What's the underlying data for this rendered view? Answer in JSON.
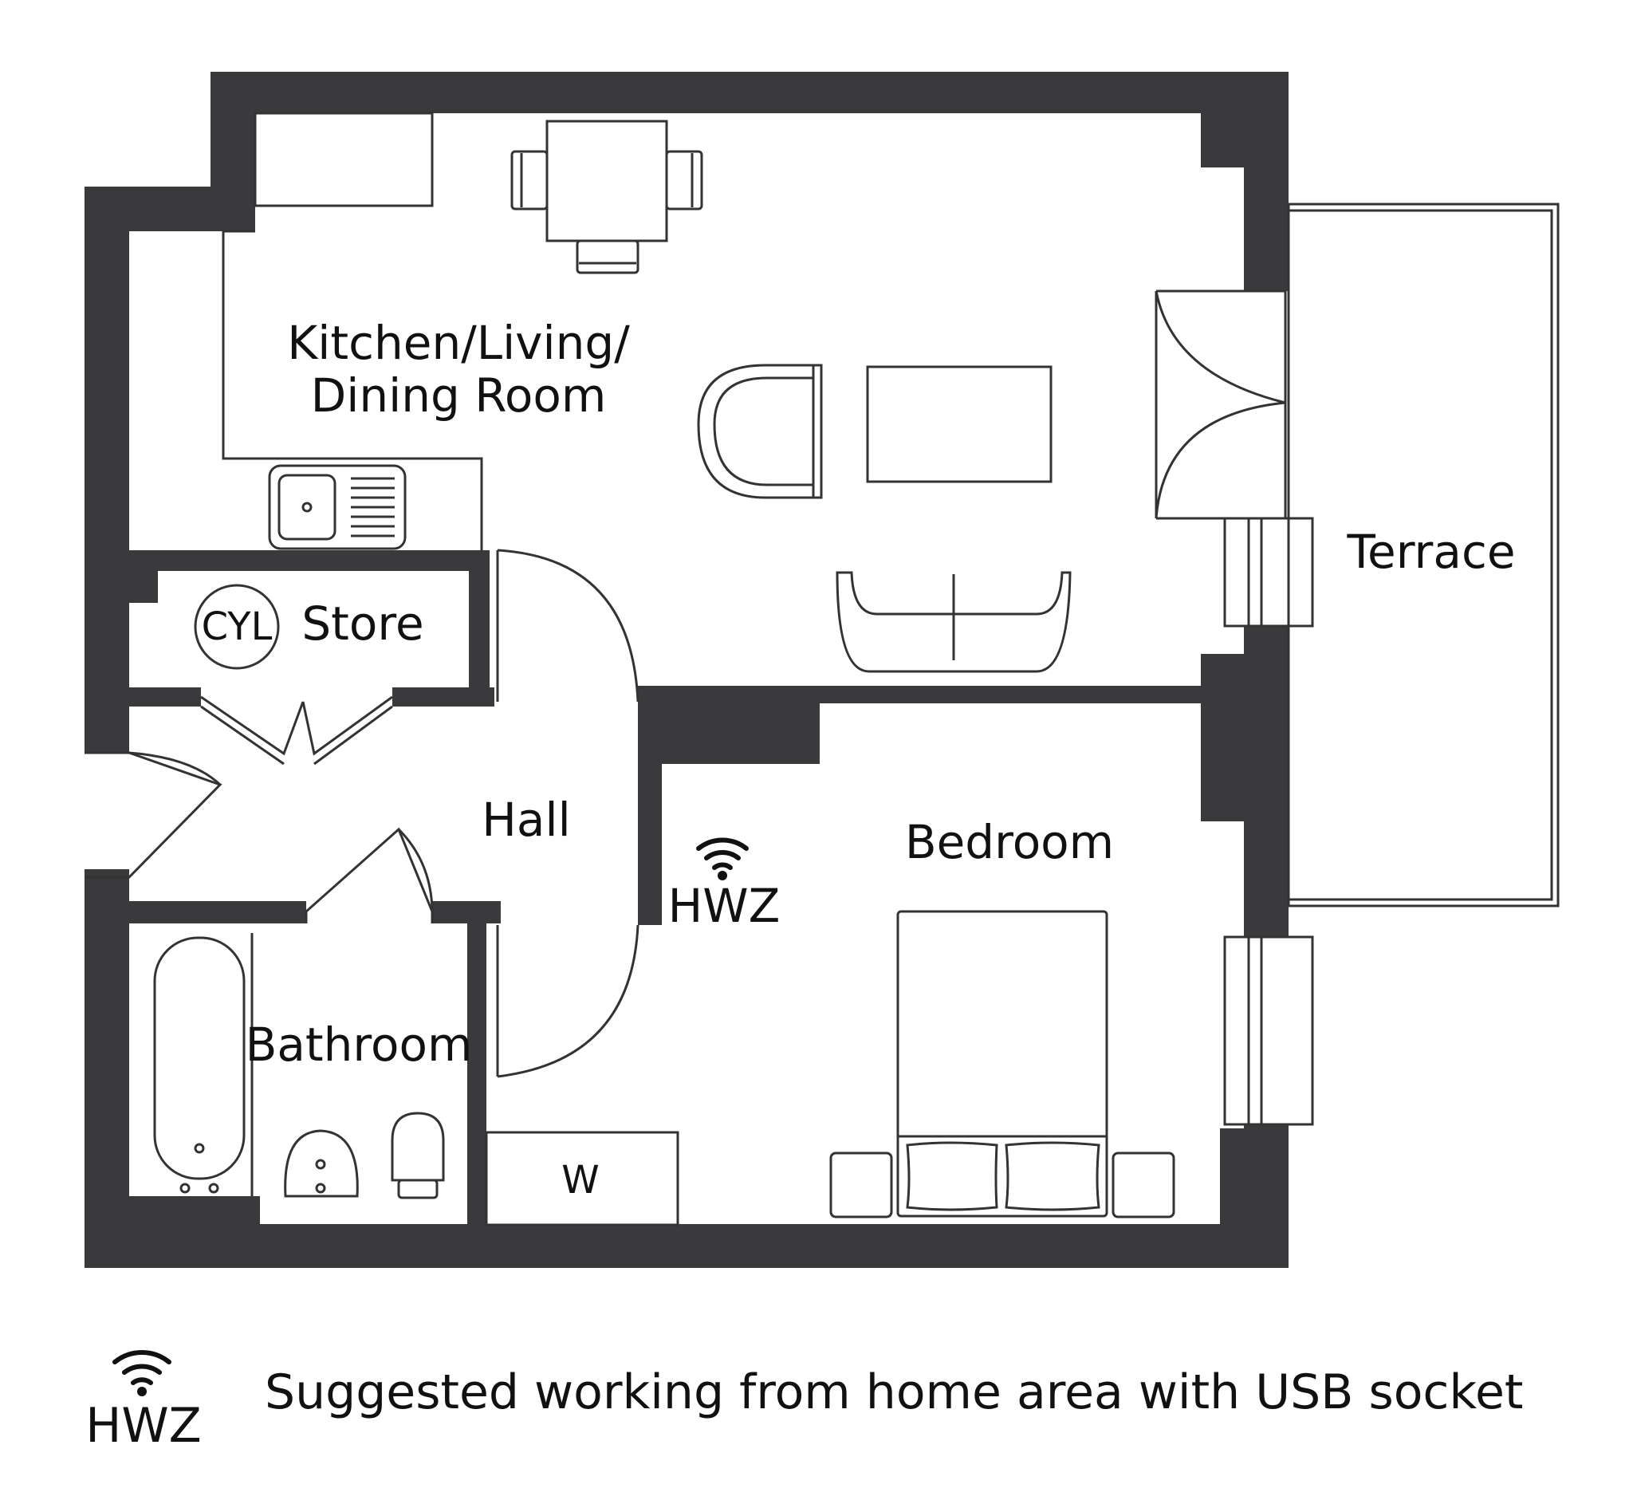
{
  "rooms": {
    "kitchen_line1": "Kitchen/Living/",
    "kitchen_line2": "Dining Room",
    "store": "Store",
    "cylinder": "CYL",
    "hall": "Hall",
    "bathroom": "Bathroom",
    "bedroom": "Bedroom",
    "terrace": "Terrace",
    "wardrobe": "W",
    "hwz": "HWZ"
  },
  "legend": {
    "symbol": "HWZ",
    "text": "Suggested working from home area with USB socket",
    "icon": "wifi-icon"
  },
  "colors": {
    "wall": "#3a3a3c",
    "line": "#333333",
    "background": "#ffffff"
  }
}
